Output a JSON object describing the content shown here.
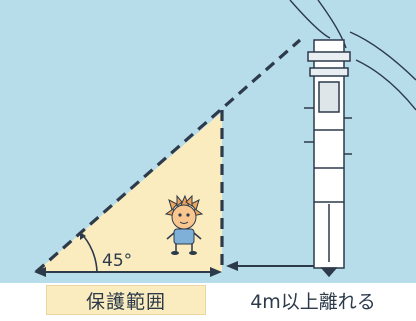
{
  "diagram": {
    "angle_label": "45°",
    "zone_label": "保護範囲",
    "distance_label": "4m以上離れる"
  },
  "colors": {
    "background": "#b7dcea",
    "protection_zone_fill": "#fbecc0",
    "line_color": "#2c3a4a"
  },
  "icons": {
    "pole": "utility-pole-icon",
    "character": "sun-mascot-icon"
  }
}
